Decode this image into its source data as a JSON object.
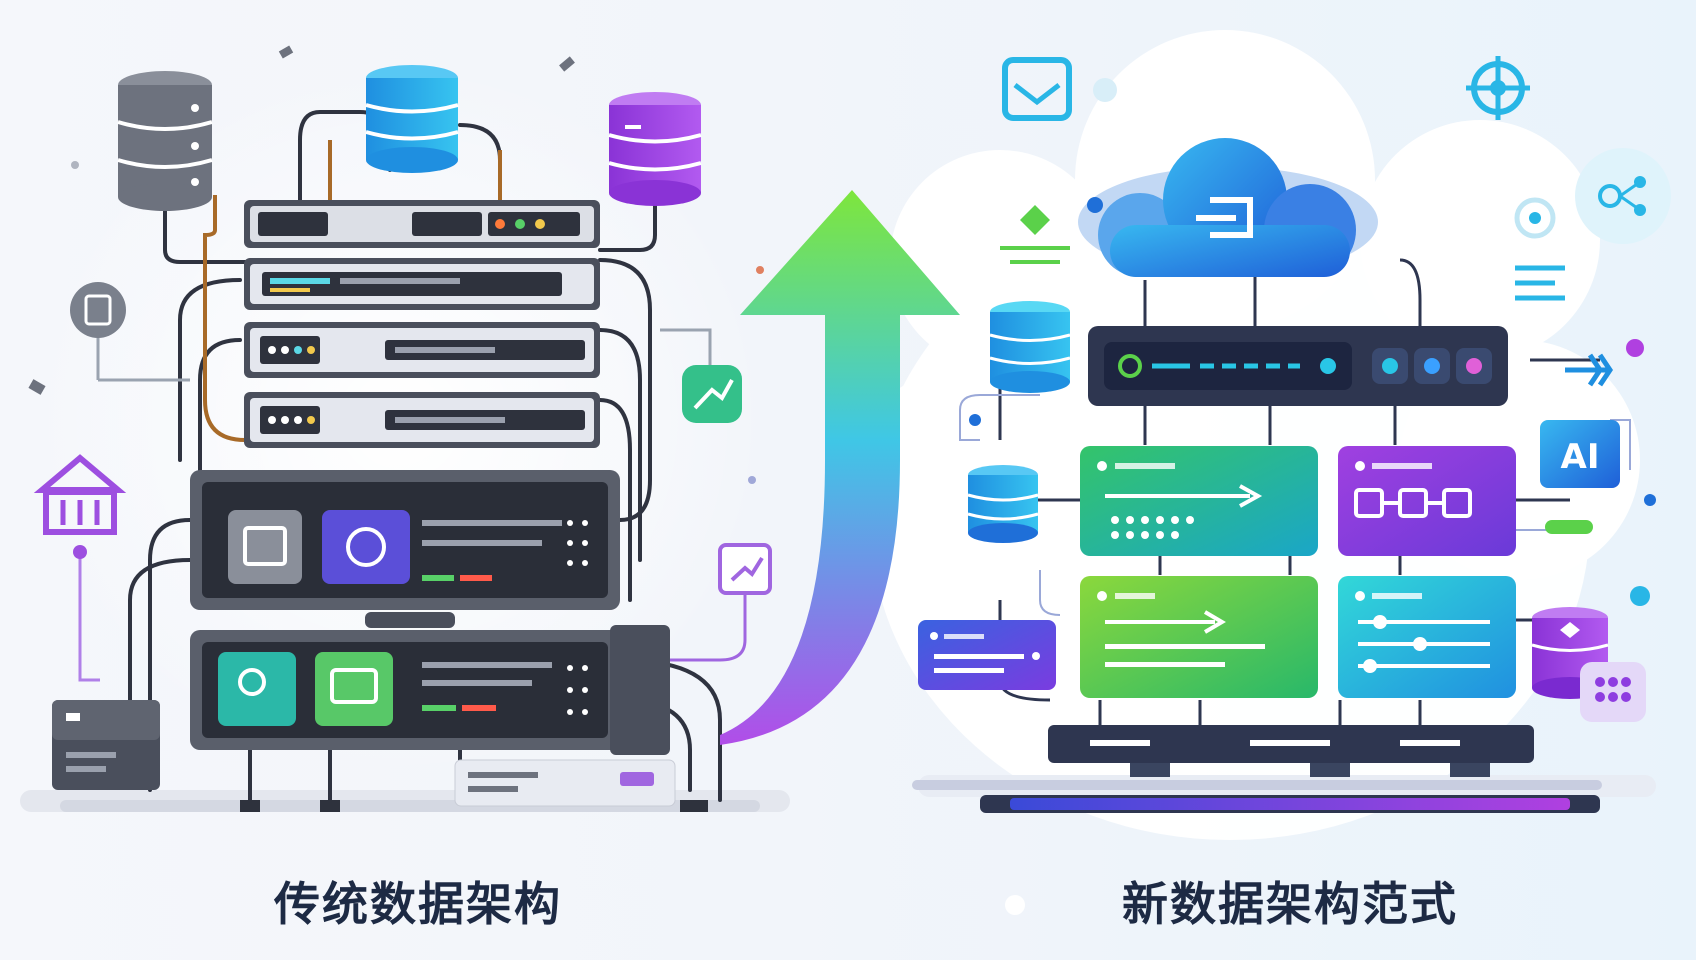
{
  "captions": {
    "left": "传统数据架构",
    "right": "新数据架构范式"
  },
  "badges": {
    "ai": "AI"
  },
  "colors": {
    "traditional_dark": "#3d4250",
    "traditional_gray": "#6b7080",
    "arrow_top": "#7ee63c",
    "arrow_mid": "#3fc7e6",
    "arrow_bottom": "#a14de8",
    "modern_blue": "#1d6fe0",
    "modern_cyan": "#29c6e6",
    "modern_green": "#5bd14a",
    "modern_purple": "#8e3de0",
    "caption_text": "#1d2a44"
  },
  "icons": [
    "database-icon",
    "server-rack-icon",
    "cloud-icon",
    "ai-chip-icon",
    "bank-icon",
    "network-node-icon",
    "chart-icon",
    "mail-icon",
    "gear-icon"
  ]
}
